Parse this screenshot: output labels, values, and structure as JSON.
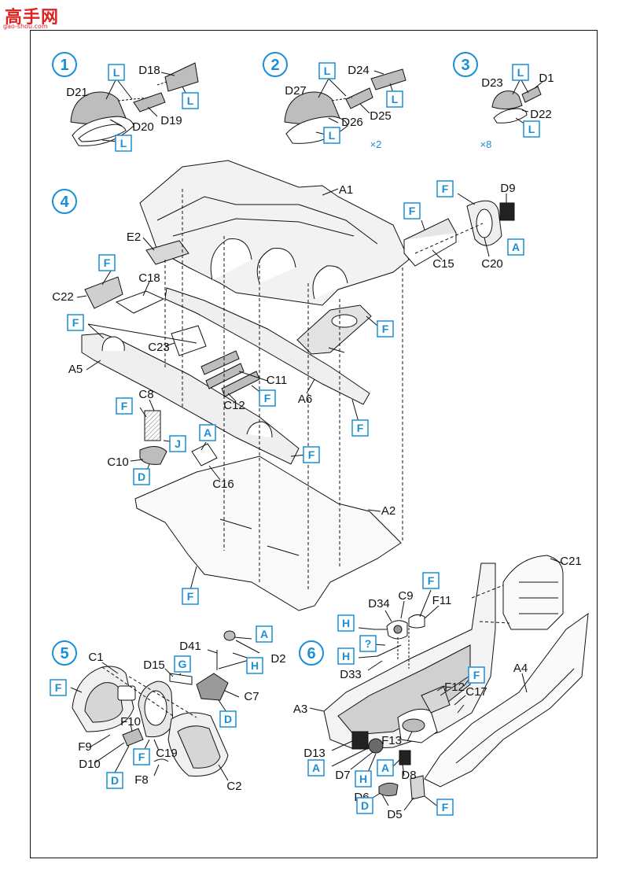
{
  "header": {
    "site_name": "高手网",
    "site_url": "gao-shou.com"
  },
  "steps": [
    {
      "number": "1",
      "multiplier": ""
    },
    {
      "number": "2",
      "multiplier": "×2"
    },
    {
      "number": "3",
      "multiplier": "×8"
    },
    {
      "number": "4",
      "multiplier": ""
    },
    {
      "number": "5",
      "multiplier": ""
    },
    {
      "number": "6",
      "multiplier": ""
    }
  ],
  "part_labels": [
    "D18",
    "D21",
    "D20",
    "D19",
    "D24",
    "D27",
    "D26",
    "D25",
    "D23",
    "D1",
    "D22",
    "A1",
    "D9",
    "C15",
    "C20",
    "E2",
    "C18",
    "C22",
    "C23",
    "A5",
    "C11",
    "C12",
    "A6",
    "C8",
    "C10",
    "C16",
    "A2",
    "C21",
    "C9",
    "D34",
    "F11",
    "D41",
    "D2",
    "C1",
    "D15",
    "C7",
    "D33",
    "F10",
    "F9",
    "C19",
    "D10",
    "F8",
    "C2",
    "A3",
    "F12",
    "C17",
    "A4",
    "F13",
    "D13",
    "D7",
    "D8",
    "D6",
    "D5"
  ],
  "color_codes": [
    "L",
    "F",
    "A",
    "J",
    "D",
    "G",
    "H",
    "?"
  ],
  "colors": {
    "accent": "#1b8fd6",
    "ink": "#111111",
    "gray": "#c8c8c8",
    "brand": "#d22222"
  }
}
